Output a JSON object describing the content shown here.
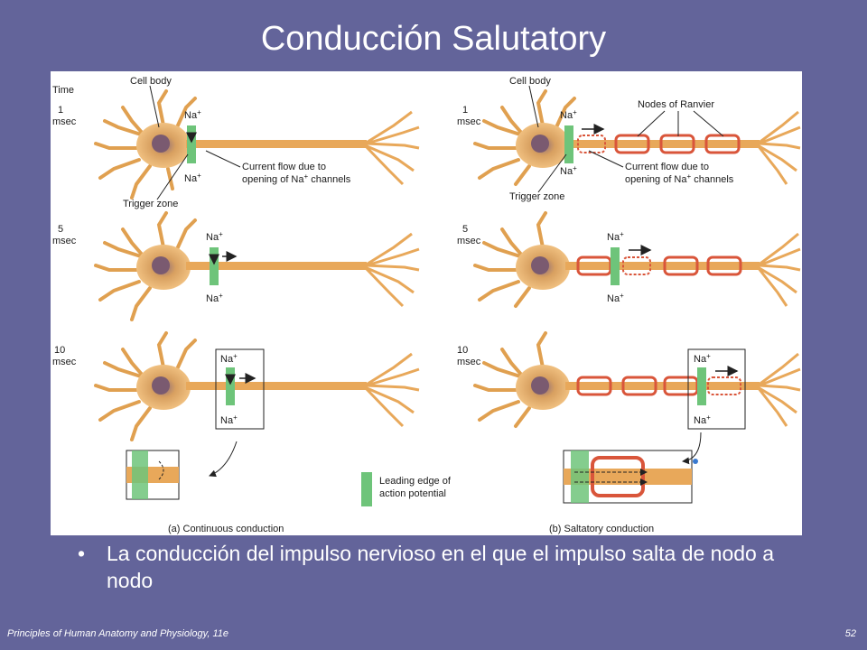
{
  "slide": {
    "title": "Conducción Salutatory",
    "bullet": "La conducción del impulso nervioso en el que el impulso salta de nodo a nodo",
    "footer_source": "Principles of Human Anatomy and Physiology, 11e",
    "page_number": "52"
  },
  "figure": {
    "time_label": "Time",
    "rows": [
      {
        "num": "1",
        "unit": "msec"
      },
      {
        "num": "5",
        "unit": "msec"
      },
      {
        "num": "10",
        "unit": "msec"
      }
    ],
    "na_label": "Na",
    "na_sup": "+",
    "cell_body_label": "Cell body",
    "trigger_zone_label": "Trigger zone",
    "current_flow_line1": "Current flow due to",
    "current_flow_line2": "opening of Na",
    "current_flow_line2_end": " channels",
    "nodes_of_ranvier_label": "Nodes of Ranvier",
    "legend_line1": "Leading edge of",
    "legend_line2": "action potential",
    "caption_a": "(a) Continuous conduction",
    "caption_b": "(b) Saltatory conduction",
    "colors": {
      "background": "#63649a",
      "axon": "#e8a85a",
      "myelin": "#d9553a",
      "leading_edge": "#6ec47a"
    }
  }
}
